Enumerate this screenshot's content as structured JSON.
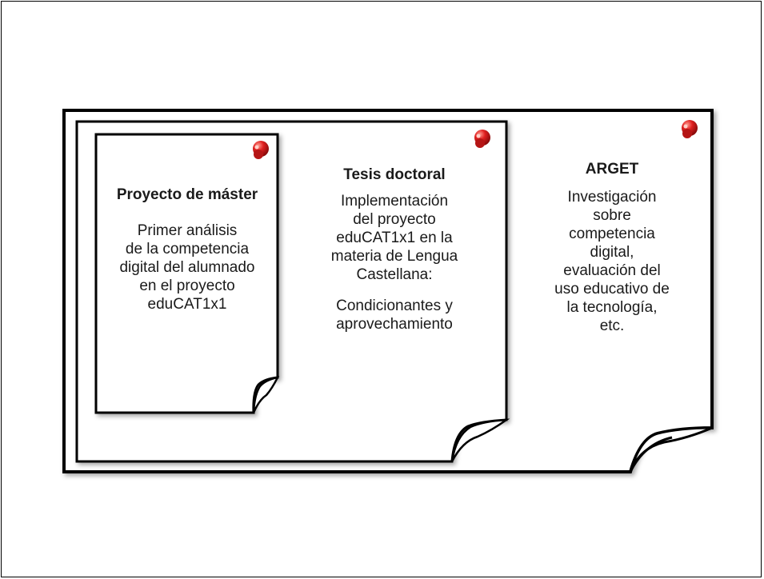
{
  "notes": [
    {
      "id": "arget",
      "title": "ARGET",
      "body": "Investigación\nsobre\ncompetencia\ndigital,\nevaluación del\nuso educativo de\nla tecnología,\netc."
    },
    {
      "id": "tesis",
      "title": "Tesis doctoral",
      "body": "Implementación\ndel proyecto\neduCAT1x1 en la\nmateria de Lengua\nCastellana:",
      "body2": "Condicionantes y\naprovechamiento"
    },
    {
      "id": "master",
      "title": "Proyecto de máster",
      "body": "Primer análisis\nde la competencia\ndigital del alumnado\nen el proyecto\neduCAT1x1"
    }
  ],
  "colors": {
    "pin": "#d81e1e",
    "pin_highlight": "#ff8a80",
    "border": "#000000"
  }
}
